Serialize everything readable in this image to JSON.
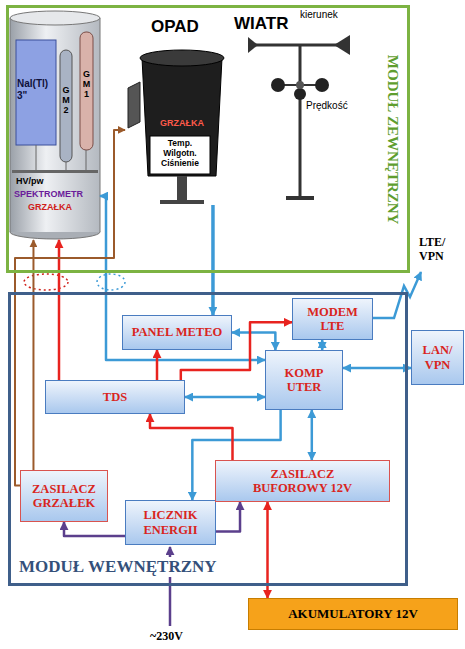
{
  "diagram": {
    "nodes": [
      {
        "text": [
          "MODUŁ ZEWNĘTRZNY"
        ]
      },
      {
        "text": [
          "NaI(Tl) 3\"",
          "GM 2",
          "GM 1",
          "HV/pw",
          "SPEKTROMETR",
          "GRZAŁKA"
        ],
        "in": 0
      },
      {
        "text": [
          "OPAD",
          "GRZAŁKA",
          "Temp. Wilgotn. Ciśnienie"
        ],
        "in": 0
      },
      {
        "text": [
          "WIATR",
          "kierunek",
          "Prędkość"
        ],
        "in": 0
      },
      {
        "text": [
          "MODUŁ WEWNĘTRZNY"
        ]
      },
      {
        "text": [
          "PANEL METEO"
        ],
        "in": 4
      },
      {
        "text": [
          "MODEM LTE"
        ],
        "in": 4
      },
      {
        "text": [
          "TDS"
        ],
        "in": 4
      },
      {
        "text": [
          "KOMP UTER"
        ],
        "in": 4
      },
      {
        "text": [
          "ZASILACZ GRZAŁEK"
        ],
        "in": 4
      },
      {
        "text": [
          "LICZNIK ENERGII"
        ],
        "in": 4
      },
      {
        "text": [
          "ZASILACZ BUFOROWY 12V"
        ],
        "in": 4
      },
      {
        "text": [
          "LAN/ VPN"
        ]
      },
      {
        "text": [
          "AKUMULATORY 12V"
        ]
      }
    ],
    "edges": [
      {
        "from": 8,
        "to": 5,
        "arrow": "both"
      },
      {
        "from": 8,
        "to": 6,
        "arrow": "both"
      },
      {
        "from": 7,
        "to": 8,
        "arrow": "both"
      },
      {
        "from": 8,
        "to": 12,
        "arrow": "both"
      },
      {
        "from": 8,
        "to": 11,
        "arrow": "both"
      },
      {
        "from": 8,
        "to": 10,
        "arrow": "to"
      },
      {
        "from": 8,
        "to": 1,
        "arrow": "both"
      },
      {
        "from": 2,
        "to": 5,
        "arrow": "to"
      },
      {
        "from": 11,
        "to": 7,
        "arrow": "to"
      },
      {
        "from": 7,
        "to": 5,
        "arrow": "to"
      },
      {
        "from": 7,
        "to": 6,
        "arrow": "to"
      },
      {
        "from": 7,
        "to": 1,
        "arrow": "to"
      },
      {
        "from": 11,
        "to": 13,
        "arrow": "both"
      },
      {
        "from": 10,
        "to": 9,
        "arrow": "to"
      },
      {
        "from": 10,
        "to": 11,
        "arrow": "to"
      },
      {
        "from": 9,
        "to": 1,
        "arrow": "to"
      },
      {
        "from": 9,
        "to": 2,
        "arrow": "to"
      }
    ],
    "labels": [
      "LTE/ VPN",
      "~230V"
    ]
  }
}
